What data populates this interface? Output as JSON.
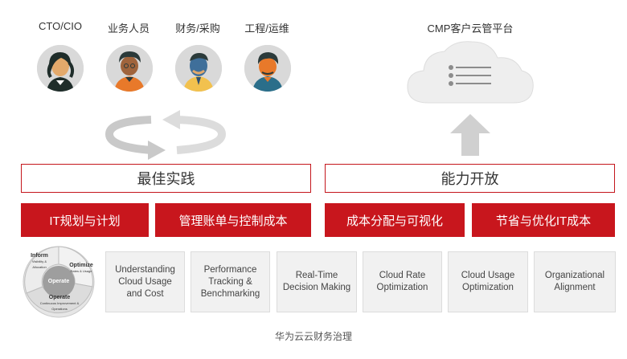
{
  "roles": [
    {
      "label": "CTO/CIO"
    },
    {
      "label": "业务人员"
    },
    {
      "label": "财务/采购"
    },
    {
      "label": "工程/运维"
    }
  ],
  "platform": {
    "label": "CMP客户云管平台",
    "icon": "cloud-list-icon"
  },
  "sections": {
    "left": "最佳实践",
    "right": "能力开放"
  },
  "capabilities": [
    "IT规划与计划",
    "管理账单与控制成本",
    "成本分配与可视化",
    "节省与优化IT成本"
  ],
  "cycle": {
    "inform": {
      "title": "Inform",
      "sub": "Visibility & Allocation"
    },
    "optimize": {
      "title": "Optimize",
      "sub": "Rates & Usage"
    },
    "operate": {
      "title": "Operate",
      "sub": "Continuous Improvement & Operations"
    },
    "center": "Operate"
  },
  "cards": [
    "Understanding Cloud Usage and Cost",
    "Performance Tracking & Benchmarking",
    "Real-Time Decision Making",
    "Cloud Rate Optimization",
    "Cloud Usage Optimization",
    "Organizational Alignment"
  ],
  "caption": "华为云云财务治理",
  "colors": {
    "accent": "#c8161d",
    "card_bg": "#f1f1f1",
    "arrow": "#d9d9d9"
  }
}
